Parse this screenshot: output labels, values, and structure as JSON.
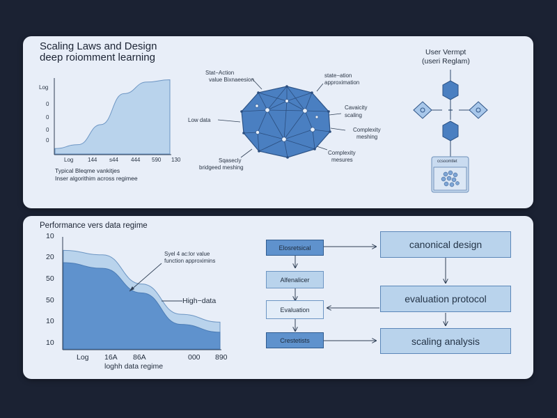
{
  "top": {
    "title_line1": "Scaling Laws and Design",
    "title_line2": "deep roiomment learning",
    "chart": {
      "y_axis_label": "Log",
      "y_ticks": [
        "0",
        "0",
        "0",
        "0"
      ],
      "x_ticks": [
        "Log",
        "144",
        "s44",
        "444",
        "590",
        "130"
      ],
      "caption_line1": "Typical  Bleqme vankitjes",
      "caption_line2": "Inser algorithim across regimee"
    },
    "network": {
      "label_state_action": "Stat−Action",
      "label_value_fn": "value Bixnaeesion",
      "label_state_action2": "state−ation",
      "label_approx": "approximation",
      "label_low_data": "Low data",
      "label_capacity": "Cavaicity",
      "label_scaling": "scaling",
      "label_complex": "Complexity",
      "label_meshing": "meshing",
      "label_sparsity": "Sqasecly",
      "label_bridged": "bridgeed meshing",
      "label_complexity2": "Complexity",
      "label_measures": "mesures"
    },
    "user": {
      "title": "User Vermpt",
      "subtitle": "(useri Reglam)",
      "card_label": "ccsoomtlet"
    }
  },
  "bottom": {
    "chart": {
      "title": "Performance vers data regime",
      "y_ticks": [
        "10",
        "20",
        "50",
        "50",
        "10",
        "10"
      ],
      "x_ticks": [
        "Log",
        "16A",
        "86A",
        "000",
        "890"
      ],
      "x_label": "loghh data regime",
      "annotation_line1": "Syel 4 ac:lor value",
      "annotation_line2": "function approximins",
      "high_data_label": "High−data"
    },
    "flow": {
      "box1": "Elosretsical",
      "box2": "Alfenalicer",
      "box3": "Evaluation",
      "box4": "Crestetists",
      "design": "canonical design",
      "evaluation": "evaluation protocol",
      "scaling": "scaling analysis"
    }
  },
  "colors": {
    "background": "#1b2233",
    "panel": "#e8eef8",
    "area_light": "#b9d3ec",
    "area_dark": "#5f92cd",
    "node_blue": "#4a7fc1",
    "line_dark": "#2f4a6e"
  },
  "chart_data": [
    {
      "type": "area",
      "title": "",
      "xlabel": "",
      "ylabel": "Log",
      "categories": [
        "Log",
        "144",
        "s44",
        "444",
        "590",
        "130"
      ],
      "values": [
        0.07,
        0.12,
        0.38,
        0.78,
        0.93,
        0.96
      ],
      "ylim": [
        0,
        1
      ]
    },
    {
      "type": "area",
      "title": "Performance vers data regime",
      "xlabel": "loghh data regime",
      "ylabel": "",
      "categories": [
        "Log",
        "16A",
        "86A",
        "000",
        "890"
      ],
      "series": [
        {
          "values": [
            0.88,
            0.84,
            0.58,
            0.31,
            0.24
          ]
        },
        {
          "values": [
            0.77,
            0.72,
            0.5,
            0.22,
            0.15
          ]
        }
      ],
      "ylim": [
        0,
        1
      ]
    }
  ]
}
